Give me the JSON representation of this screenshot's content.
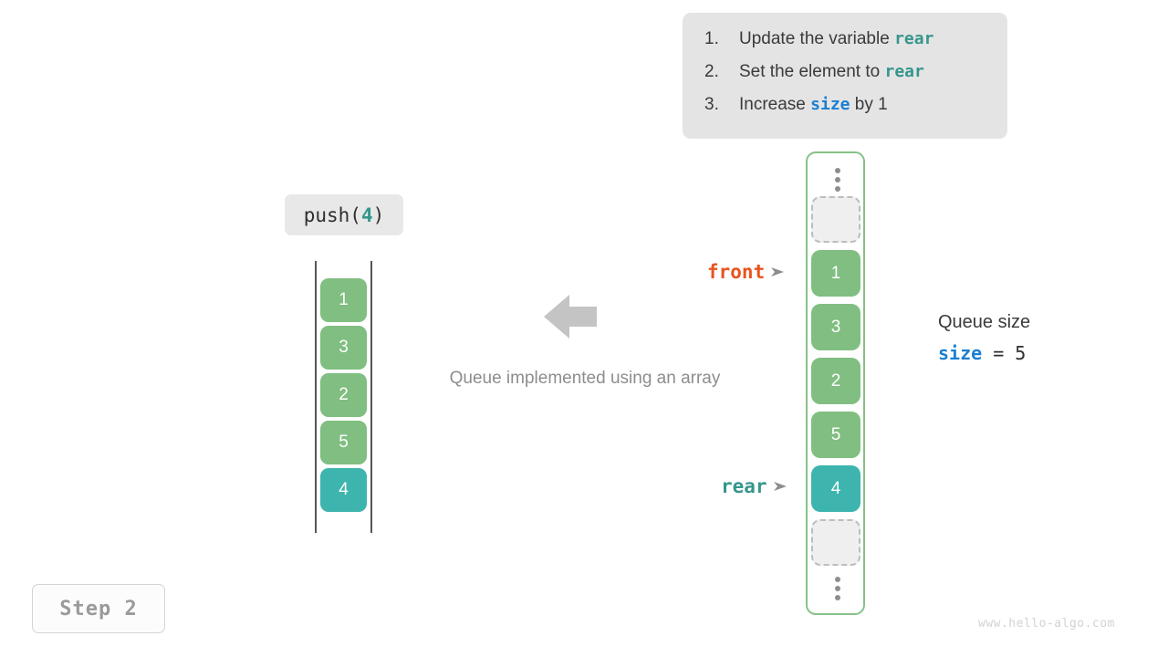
{
  "instructions": {
    "items": [
      {
        "num": "1.",
        "pre": "Update the variable ",
        "code": "rear",
        "code_color": "teal",
        "post": ""
      },
      {
        "num": "2.",
        "pre": "Set the element to ",
        "code": "rear",
        "code_color": "teal",
        "post": ""
      },
      {
        "num": "3.",
        "pre": "Increase ",
        "code": "size",
        "code_color": "blue",
        "post": " by 1"
      }
    ],
    "item1_num": "1.",
    "item1_pre": "Update the variable ",
    "item1_code": "rear",
    "item1_post": "",
    "item2_num": "2.",
    "item2_pre": "Set the element to ",
    "item2_code": "rear",
    "item2_post": "",
    "item3_num": "3.",
    "item3_pre": "Increase ",
    "item3_code": "size",
    "item3_post": " by 1"
  },
  "operation": {
    "name": "push(",
    "argument": "4",
    "close": ")"
  },
  "left_array": {
    "values": [
      "1",
      "3",
      "2",
      "5",
      "4"
    ],
    "v0": "1",
    "v1": "3",
    "v2": "2",
    "v3": "5",
    "v4": "4"
  },
  "queue": {
    "slots": [
      "",
      "1",
      "3",
      "2",
      "5",
      "4",
      ""
    ],
    "q0": "",
    "q1": "1",
    "q2": "3",
    "q3": "2",
    "q4": "5",
    "q5": "4",
    "q6": "",
    "top_ellipsis": "vertical-ellipsis",
    "bottom_ellipsis": "vertical-ellipsis"
  },
  "pointers": {
    "front_label": "front",
    "front_arrow": "➤",
    "rear_label": "rear",
    "rear_arrow": "➤"
  },
  "size_info": {
    "title": "Queue size",
    "var": "size",
    "equals": " = ",
    "value": "5"
  },
  "caption": "Queue implemented using an array",
  "step_badge": "Step 2",
  "watermark": "www.hello-algo.com",
  "colors": {
    "green": "#80be81",
    "teal": "#3db5ae",
    "orange": "#e8541e",
    "blue": "#1a7fd4",
    "teal_text": "#35968c",
    "panel_bg": "#e4e4e4",
    "queue_border": "#86c186",
    "arrow_gray": "#c4c4c4"
  }
}
